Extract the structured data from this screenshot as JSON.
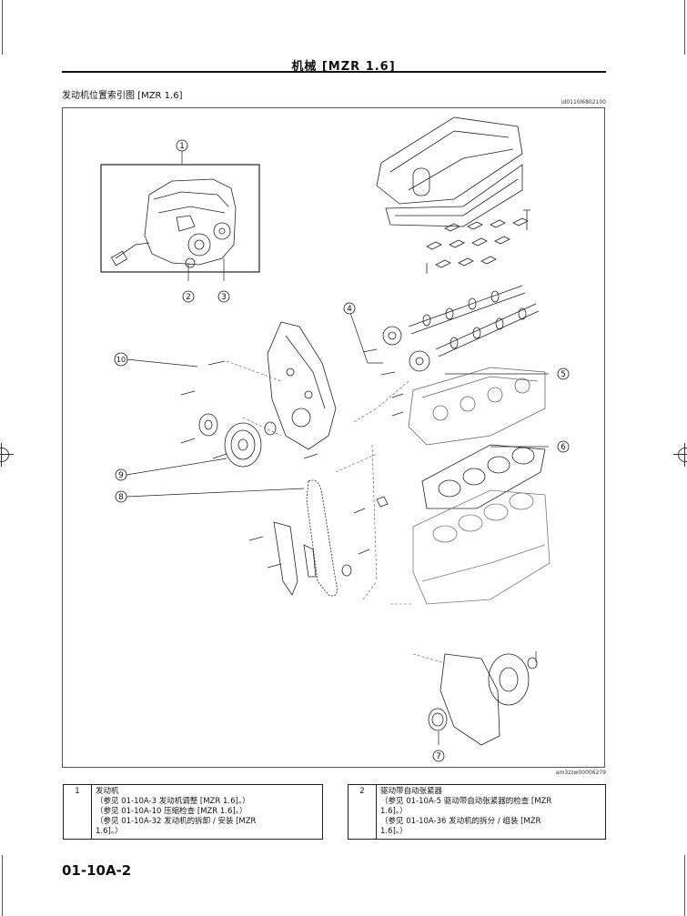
{
  "header": {
    "title": "机械 [MZR 1.6]"
  },
  "section": {
    "heading": "发动机位置索引图 [MZR 1.6]"
  },
  "figure": {
    "id": "id0110l6802100",
    "code": "am3zzw00006279",
    "callouts": [
      "1",
      "2",
      "3",
      "4",
      "5",
      "6",
      "7",
      "8",
      "9",
      "10"
    ]
  },
  "parts": [
    {
      "num": "1",
      "name": "发动机",
      "refs": [
        "（参见 01-10A-3 发动机调整 [MZR 1.6]。）",
        "（参见 01-10A-10 压缩检查 [MZR 1.6]。）",
        "（参见 01-10A-32 发动机的拆卸 / 安装 [MZR",
        "1.6]。）"
      ]
    },
    {
      "num": "2",
      "name": "驱动带自动张紧器",
      "refs": [
        "（参见 01-10A-5 驱动带自动张紧器的检查 [MZR",
        "1.6]。）",
        "（参见 01-10A-36 发动机的拆分 / 组装 [MZR",
        "1.6]。）"
      ]
    }
  ],
  "footer": {
    "page_number": "01-10A-2"
  }
}
